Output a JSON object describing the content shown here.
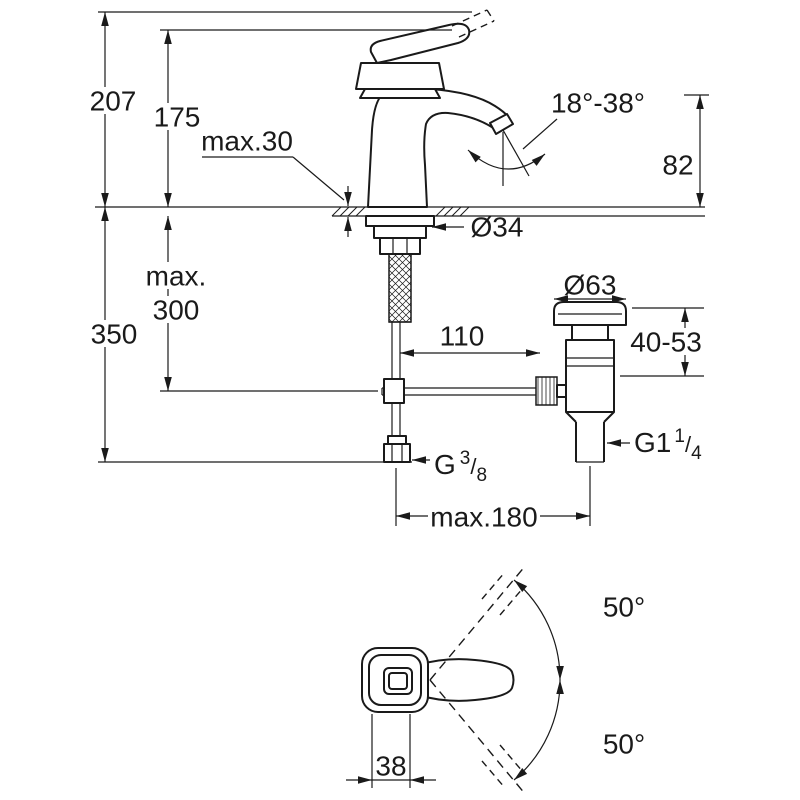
{
  "side_view": {
    "overall_height": "207",
    "body_height": "175",
    "deck_thickness": "max.30",
    "spout_angle_range": "18°-38°",
    "outlet_height": "82",
    "hole_diameter": "Ø34",
    "max_depth_line1": "max.",
    "max_depth_line2": "300",
    "below_deck_height": "350",
    "rod_offset": "110",
    "waste_flange_diameter": "Ø63",
    "mounting_range": "40-53",
    "reach_max": "max.180",
    "waste_thread": {
      "prefix": "G1",
      "numerator": "1",
      "slash": "/",
      "denominator": "4"
    },
    "supply_thread": {
      "prefix": "G",
      "numerator": "3",
      "slash": "/",
      "denominator": "8"
    }
  },
  "top_view": {
    "swing_angle_upper": "50°",
    "swing_angle_lower": "50°",
    "handle_width": "38"
  }
}
